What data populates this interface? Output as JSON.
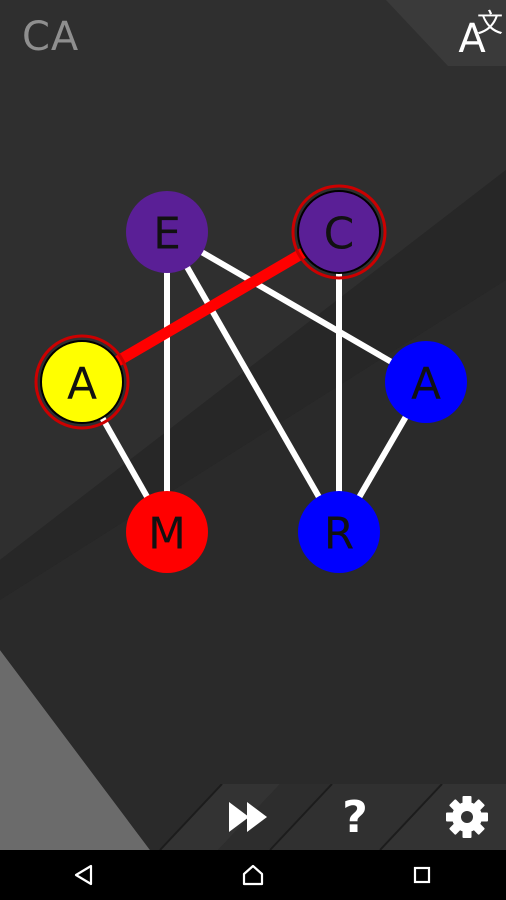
{
  "header": {
    "current_word": "CA",
    "translate_icon": "translate-icon",
    "translate_glyph_latin": "A",
    "translate_glyph_cjk": "文"
  },
  "colors": {
    "purple": "#5a1f96",
    "yellow": "#ffff00",
    "blue": "#0000ff",
    "red": "#ff0000",
    "edge": "#ffffff",
    "selected_edge": "#ff0000",
    "selection_ring": "#cc0000"
  },
  "graph": {
    "nodes": [
      {
        "id": "e",
        "letter": "E",
        "color": "purple",
        "selected": false
      },
      {
        "id": "c",
        "letter": "C",
        "color": "purple",
        "selected": true
      },
      {
        "id": "a1",
        "letter": "A",
        "color": "yellow",
        "selected": true
      },
      {
        "id": "a2",
        "letter": "A",
        "color": "blue",
        "selected": false
      },
      {
        "id": "m",
        "letter": "M",
        "color": "red",
        "selected": false
      },
      {
        "id": "r",
        "letter": "R",
        "color": "blue",
        "selected": false
      }
    ],
    "edges": [
      {
        "from": "e",
        "to": "a2",
        "selected": false
      },
      {
        "from": "e",
        "to": "m",
        "selected": false
      },
      {
        "from": "e",
        "to": "r",
        "selected": false
      },
      {
        "from": "c",
        "to": "r",
        "selected": false
      },
      {
        "from": "a1",
        "to": "m",
        "selected": false
      },
      {
        "from": "a2",
        "to": "r",
        "selected": false
      },
      {
        "from": "a1",
        "to": "c",
        "selected": true
      }
    ]
  },
  "toolbar": {
    "skip_icon": "fast-forward-icon",
    "help_label": "?",
    "settings_icon": "gear-icon"
  },
  "navbar": {
    "back_icon": "back-triangle-icon",
    "home_icon": "home-icon",
    "recents_icon": "recents-square-icon"
  }
}
